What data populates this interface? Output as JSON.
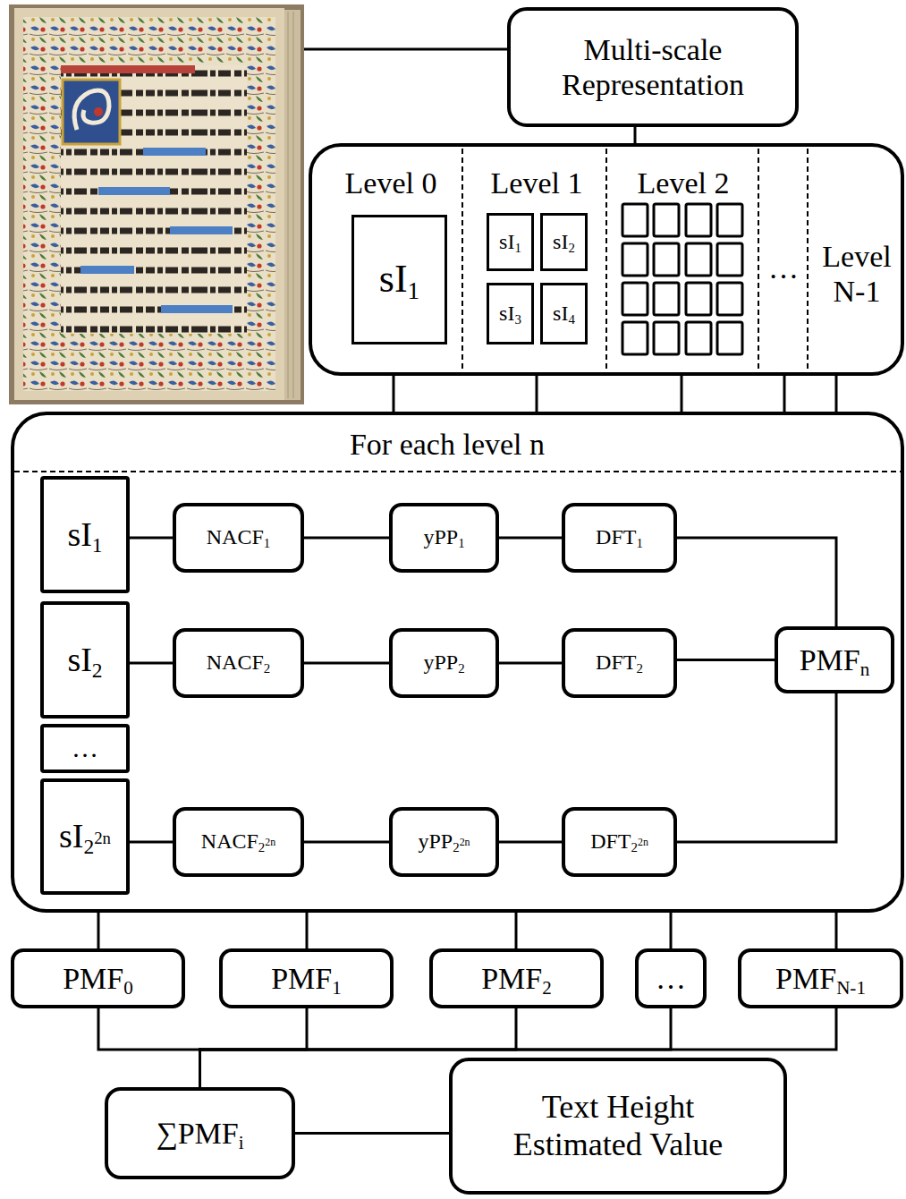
{
  "diagram": {
    "nodes": [
      {
        "text": [
          "Multi-scale Representation"
        ]
      },
      {
        "text": [
          "Level 0",
          "Level 1",
          "Level 2",
          "…",
          "Level N-1"
        ]
      },
      {
        "text": [
          "sI1"
        ],
        "in": 1
      },
      {
        "text": [
          "sI1"
        ],
        "in": 1
      },
      {
        "text": [
          "sI2"
        ],
        "in": 1
      },
      {
        "text": [
          "sI3"
        ],
        "in": 1
      },
      {
        "text": [
          "sI4"
        ],
        "in": 1
      },
      {
        "text": [
          "For each level n"
        ]
      },
      {
        "text": [
          "sI1"
        ],
        "in": 7
      },
      {
        "text": [
          "NACF1"
        ],
        "in": 7
      },
      {
        "text": [
          "yPP1"
        ],
        "in": 7
      },
      {
        "text": [
          "DFT1"
        ],
        "in": 7
      },
      {
        "text": [
          "sI2"
        ],
        "in": 7
      },
      {
        "text": [
          "NACF2"
        ],
        "in": 7
      },
      {
        "text": [
          "yPP2"
        ],
        "in": 7
      },
      {
        "text": [
          "DFT2"
        ],
        "in": 7
      },
      {
        "text": [
          "PMFn"
        ],
        "in": 7
      },
      {
        "text": [
          "…"
        ],
        "in": 7
      },
      {
        "text": [
          "sI22n"
        ],
        "in": 7
      },
      {
        "text": [
          "NACF22n"
        ],
        "in": 7
      },
      {
        "text": [
          "yPP22n"
        ],
        "in": 7
      },
      {
        "text": [
          "DFT22n"
        ],
        "in": 7
      },
      {
        "text": [
          "PMF0"
        ]
      },
      {
        "text": [
          "PMF1"
        ]
      },
      {
        "text": [
          "PMF2"
        ]
      },
      {
        "text": [
          "…"
        ]
      },
      {
        "text": [
          "PMFN-1"
        ]
      },
      {
        "text": [
          "∑PMFi"
        ]
      },
      {
        "text": [
          "Text Height Estimated Value"
        ]
      }
    ],
    "edges": [
      {
        "from": 0,
        "to": 1,
        "arrow": "none"
      },
      {
        "from": 1,
        "to": 7,
        "arrow": "none"
      },
      {
        "from": 1,
        "to": 7,
        "arrow": "none"
      },
      {
        "from": 1,
        "to": 7,
        "arrow": "none"
      },
      {
        "from": 1,
        "to": 7,
        "arrow": "none"
      },
      {
        "from": 1,
        "to": 7,
        "arrow": "none"
      },
      {
        "from": 8,
        "to": 9,
        "arrow": "none"
      },
      {
        "from": 9,
        "to": 10,
        "arrow": "none"
      },
      {
        "from": 10,
        "to": 11,
        "arrow": "none"
      },
      {
        "from": 11,
        "to": 16,
        "arrow": "none"
      },
      {
        "from": 12,
        "to": 13,
        "arrow": "none"
      },
      {
        "from": 13,
        "to": 14,
        "arrow": "none"
      },
      {
        "from": 14,
        "to": 15,
        "arrow": "none"
      },
      {
        "from": 15,
        "to": 16,
        "arrow": "none"
      },
      {
        "from": 18,
        "to": 19,
        "arrow": "none"
      },
      {
        "from": 19,
        "to": 20,
        "arrow": "none"
      },
      {
        "from": 20,
        "to": 21,
        "arrow": "none"
      },
      {
        "from": 21,
        "to": 16,
        "arrow": "none"
      },
      {
        "from": 7,
        "to": 22,
        "arrow": "none"
      },
      {
        "from": 7,
        "to": 23,
        "arrow": "none"
      },
      {
        "from": 7,
        "to": 24,
        "arrow": "none"
      },
      {
        "from": 7,
        "to": 25,
        "arrow": "none"
      },
      {
        "from": 7,
        "to": 26,
        "arrow": "none"
      },
      {
        "from": 22,
        "to": 27,
        "arrow": "none"
      },
      {
        "from": 23,
        "to": 27,
        "arrow": "none"
      },
      {
        "from": 24,
        "to": 27,
        "arrow": "none"
      },
      {
        "from": 25,
        "to": 27,
        "arrow": "none"
      },
      {
        "from": 26,
        "to": 27,
        "arrow": "none"
      },
      {
        "from": 27,
        "to": 28,
        "arrow": "none"
      }
    ]
  }
}
